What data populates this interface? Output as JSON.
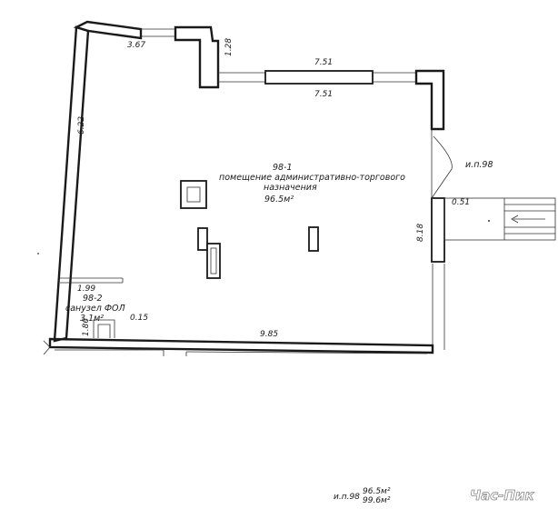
{
  "dimensions": {
    "top_left": "3.67",
    "notch": "1.28",
    "window_top": "7.51",
    "window_bottom": "7.51",
    "left_wall": "6.22",
    "right_wall": "8.18",
    "right_short": "0.51",
    "bottom_wall": "9.85",
    "bath_width": "1.99",
    "bath_height": "1.86",
    "bath_wall": "0.15"
  },
  "rooms": {
    "main": {
      "id": "98-1",
      "name_line1": "помещение административно-торгового",
      "name_line2": "назначения",
      "area": "96.5м²"
    },
    "bath": {
      "id": "98-2",
      "name": "санузел ФОЛ",
      "area": "3.1м²"
    }
  },
  "entrance": {
    "label": "и.п.98"
  },
  "summary": {
    "label": "и.п.98",
    "area_1": "96.5м²",
    "area_2": "99.6м²"
  },
  "watermark": "Час-Пик"
}
